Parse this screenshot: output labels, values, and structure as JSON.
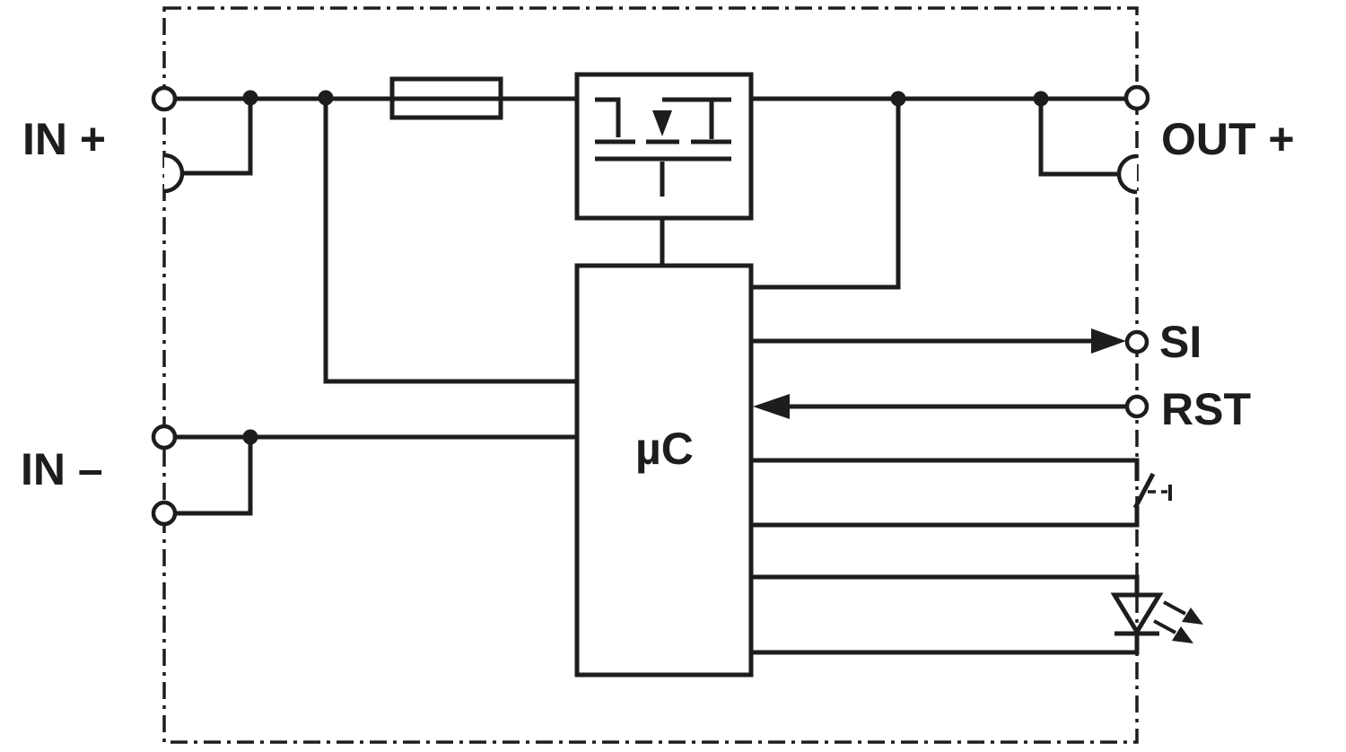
{
  "diagram": {
    "type": "circuit-block-diagram",
    "background_color": "#ffffff",
    "line_color": "#1d1d1b",
    "labels": {
      "in_plus": "IN +",
      "in_minus": "IN –",
      "out_plus": "OUT +",
      "si": "SI",
      "rst": "RST",
      "mcu": "µC"
    },
    "symbols": [
      "enclosure-dash-dot-border",
      "terminal-circle",
      "terminal-semicircle",
      "fuse-icon",
      "mosfet-icon",
      "microcontroller-block",
      "junction-dot",
      "signal-arrow",
      "switch-contact-icon",
      "led-icon"
    ]
  }
}
